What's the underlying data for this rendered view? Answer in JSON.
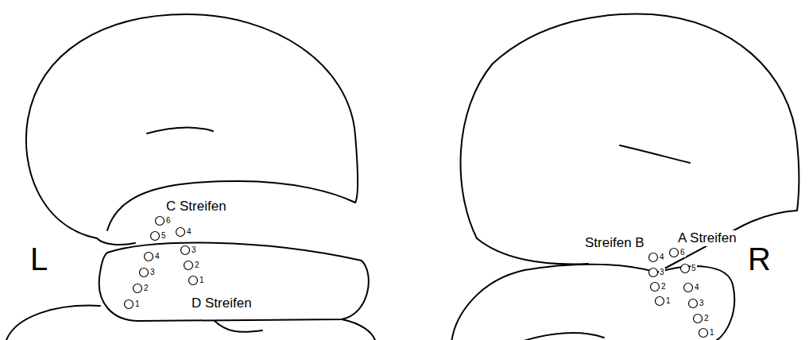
{
  "diagram": {
    "labels": [
      "L",
      "C Streifen",
      "6",
      "5",
      "4",
      "3",
      "2",
      "1",
      "4",
      "3",
      "2",
      "1",
      "D Streifen",
      "Streifen B",
      "A Streifen",
      "4",
      "6",
      "3",
      "5",
      "2",
      "4",
      "1",
      "3",
      "2",
      "1",
      "R"
    ]
  }
}
